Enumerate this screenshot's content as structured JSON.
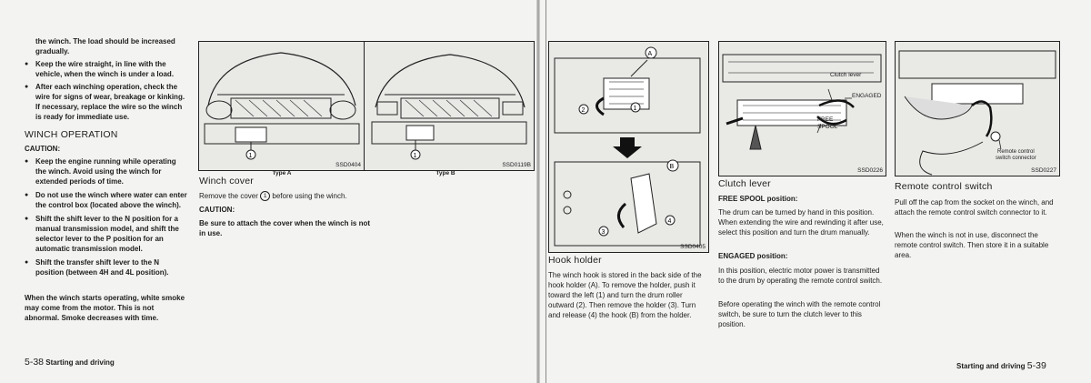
{
  "left_column": {
    "para1": "the winch. The load should be increased gradually.",
    "bullet1": "Keep the wire straight, in line with the vehicle, when the winch is under a load.",
    "bullet2": "After each winching operation, check the wire for signs of wear, breakage or kinking. If necessary, replace the wire so the winch is ready for immediate use.",
    "heading": "WINCH OPERATION",
    "caution": "CAUTION:",
    "bullets": [
      "Keep the engine running while operating the winch. Avoid using the winch for extended periods of time.",
      "Do not use the winch where water can enter the control box (located above the winch).",
      "Shift the shift lever to the N position for a manual transmission model, and shift the selector lever to the P position for an automatic transmission model.",
      "Shift the transfer shift lever to the N position (between 4H and 4L position)."
    ],
    "closing": "When the winch starts operating, white smoke may come from the motor. This is not abnormal. Smoke decreases with time."
  },
  "winch_cover": {
    "fig_a_caption": "Type A",
    "fig_b_caption": "Type B",
    "fig_a_code": "SSD0404",
    "fig_b_code": "SSD0119B",
    "callout": "1",
    "heading": "Winch cover",
    "text_before": "Remove the cover",
    "text_after": "before using the winch.",
    "caution": "CAUTION:",
    "caution_text": "Be sure to attach the cover when the winch is not in use."
  },
  "hook_holder": {
    "fig_code": "SSD0405",
    "callouts": [
      "A",
      "B",
      "1",
      "2",
      "3",
      "4"
    ],
    "heading": "Hook holder",
    "text": "The winch hook is stored in the back side of the hook holder (A). To remove the holder, push it toward the left (1) and turn the drum roller outward (2). Then remove the holder (3). Turn and release (4) the hook (B) from the holder."
  },
  "clutch_lever": {
    "fig_code": "SSD0226",
    "label_clutch": "Clutch lever",
    "label_engaged": "ENGAGED",
    "label_free": "FREE",
    "label_spool": "SPOOL",
    "heading": "Clutch lever",
    "free_title": "FREE SPOOL position:",
    "free_text": "The drum can be turned by hand in this position. When extending the wire and rewinding it after use, select this position and turn the drum manually.",
    "engaged_title": "ENGAGED position:",
    "engaged_text1": "In this position, electric motor power is transmitted to the drum by operating the remote control switch.",
    "engaged_text2": "Before operating the winch with the remote control switch, be sure to turn the clutch lever to this position."
  },
  "remote_switch": {
    "fig_code": "SSD0227",
    "label1": "Remote control",
    "label2": "switch connector",
    "heading": "Remote control switch",
    "text1": "Pull off the cap from the socket on the winch, and attach the remote control switch connector to it.",
    "text2": "When the winch is not in use, disconnect the remote control switch. Then store it in a suitable area."
  },
  "footer": {
    "left_page": "5-38",
    "left_section": "Starting and driving",
    "right_section": "Starting and driving",
    "right_page": "5-39"
  }
}
